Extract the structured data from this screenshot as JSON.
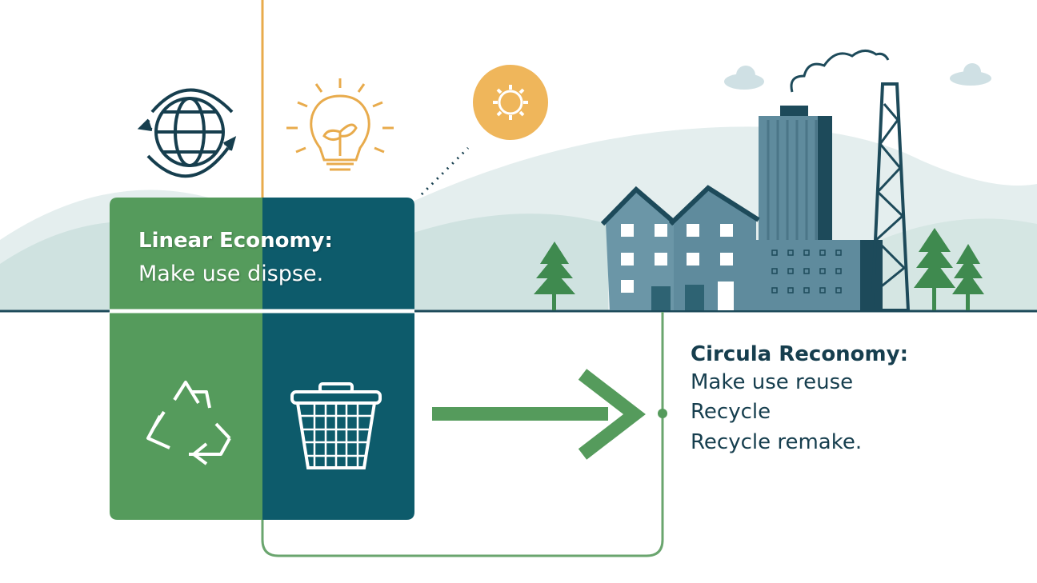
{
  "linear": {
    "title": "Linear Economy:",
    "subtitle": "Make use dispse."
  },
  "circular": {
    "title": "Circula Reconomy:",
    "lines": [
      "Make use reuse",
      "Recycle",
      "Recycle remake."
    ]
  },
  "colors": {
    "green": "#559b5c",
    "teal": "#0d5b6b",
    "navy": "#163e4e",
    "orange": "#e8ab4c",
    "building": "#5f8b9d"
  },
  "icons": [
    "globe-icon",
    "lightbulb-leaf-icon",
    "gear-icon",
    "recycle-icon",
    "trash-basket-icon",
    "arrow-right-icon",
    "factory-icon",
    "house-icon",
    "tree-icon",
    "cloud-icon"
  ]
}
